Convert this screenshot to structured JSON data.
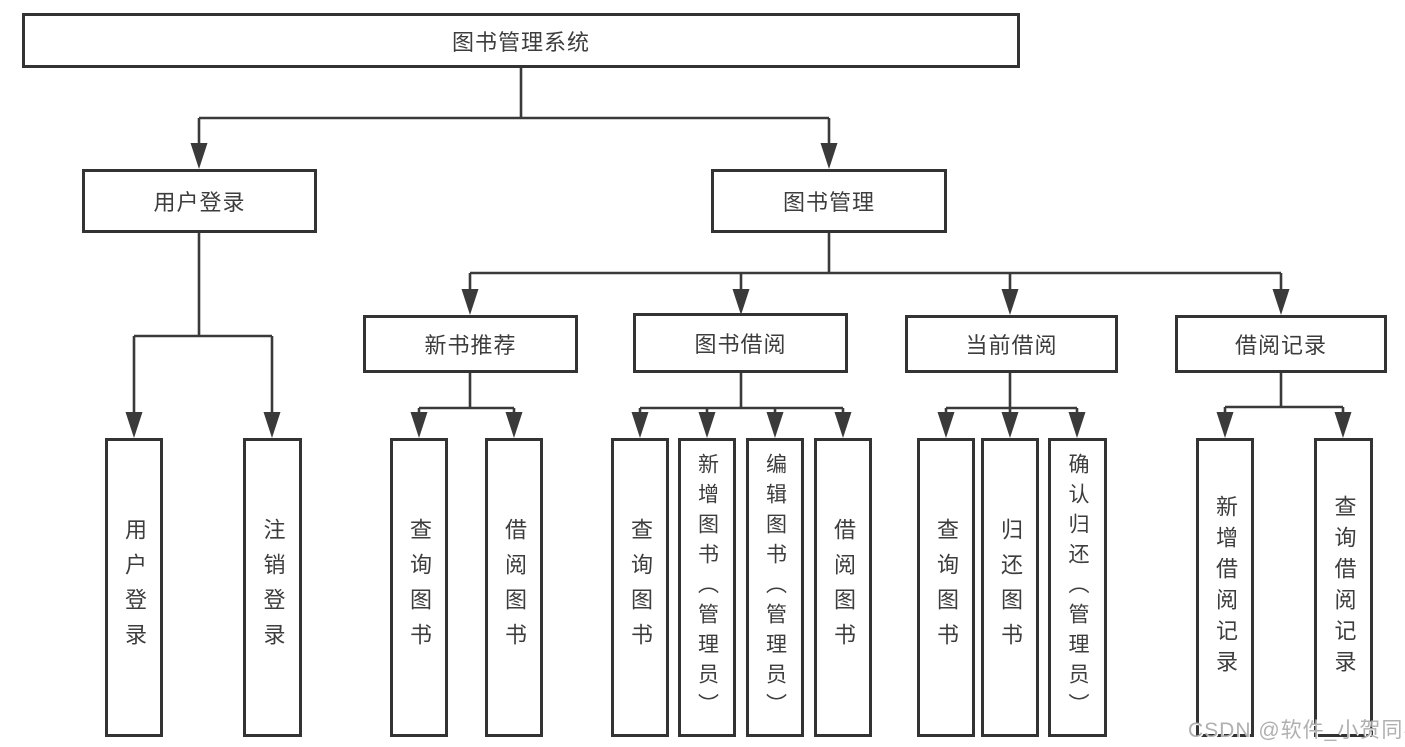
{
  "diagram": {
    "root": "图书管理系统",
    "level1": [
      "用户登录",
      "图书管理"
    ],
    "level2": [
      "新书推荐",
      "图书借阅",
      "当前借阅",
      "借阅记录"
    ],
    "leaves": [
      "用户登录",
      "注销登录",
      "查询图书",
      "借阅图书",
      "查询图书",
      "新增图书（管理员）",
      "编辑图书（管理员）",
      "借阅图书",
      "查询图书",
      "归还图书",
      "确认归还（管理员）",
      "新增借阅记录",
      "查询借阅记录"
    ]
  },
  "watermark": "CSDN @软件_小贺同学",
  "colors": {
    "background": "#ffffff",
    "box_border": "#333333",
    "line": "#3a3a3a",
    "text": "#3d3d3d",
    "watermark": "#b0b0b0"
  }
}
